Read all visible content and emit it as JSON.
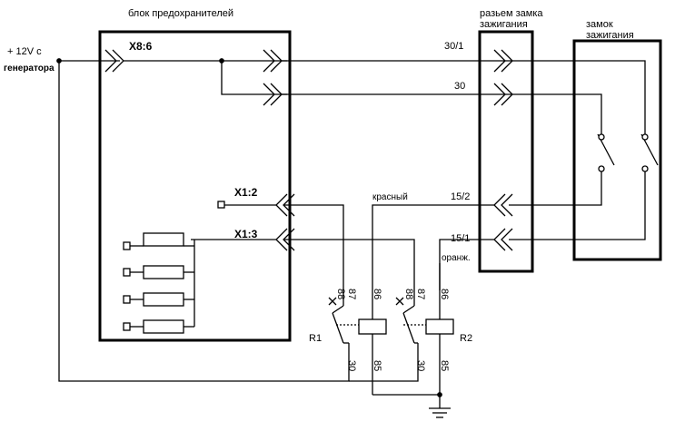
{
  "labels": {
    "fuse_block": "блок предохранителей",
    "connector_title_1": "разьем замка",
    "connector_title_2": "зажигания",
    "switch_title_1": "замок",
    "switch_title_2": "зажигания",
    "source_1": "+ 12V с",
    "source_2": "генератора",
    "x8_6": "X8:6",
    "x1_2": "X1:2",
    "x1_3": "X1:3",
    "w30_1": "30/1",
    "w30": "30",
    "w15_2": "15/2",
    "w15_1": "15/1",
    "red": "красный",
    "orange": "оранж.",
    "r1": "R1",
    "r2": "R2",
    "r1_pins": {
      "p88": "88",
      "p87": "87",
      "p86": "86",
      "p30": "30",
      "p85": "85"
    },
    "r2_pins": {
      "p88": "88",
      "p87": "87",
      "p86": "86",
      "p30": "30",
      "p85": "85"
    }
  }
}
